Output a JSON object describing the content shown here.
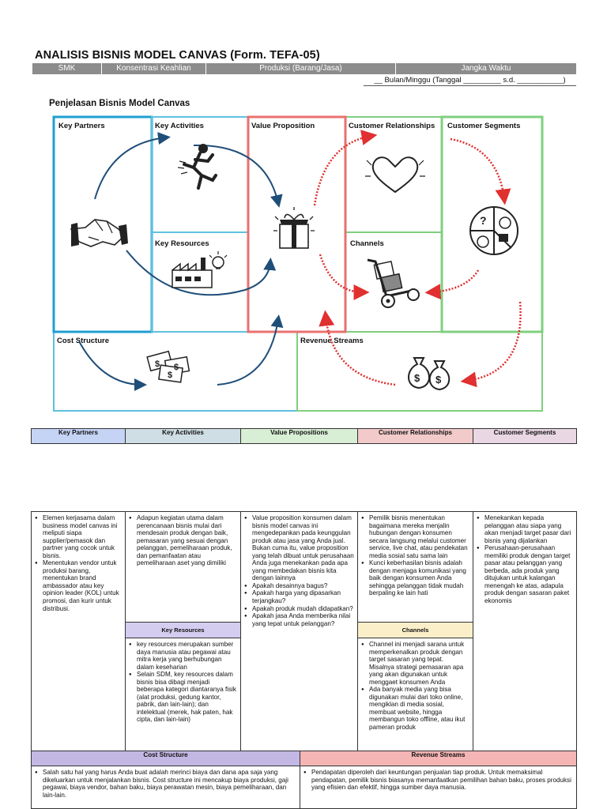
{
  "header": {
    "title": "ANALISIS BISNIS MODEL CANVAS (Form. TEFA-05)",
    "columns": [
      "SMK",
      "Konsentrasi Keahlian",
      "Produksi (Barang/Jasa)",
      "Jangka Waktu"
    ],
    "time_line": "__ Bulan/Minggu (Tanggal _________ s.d. ___________)"
  },
  "canvas": {
    "title": "Penjelasan Bisnis Model Canvas",
    "boxes": {
      "key_partners": "Key Partners",
      "key_activities": "Key Activities",
      "key_resources": "Key Resources",
      "value_proposition": "Value Proposition",
      "customer_relationships": "Customer Relationships",
      "channels": "Channels",
      "customer_segments": "Customer Segments",
      "cost_structure": "Cost Structure",
      "revenue_streams": "Revenue Streams"
    },
    "colors": {
      "blue": "#23a6d5",
      "red": "#e8716f",
      "green": "#7fcf7f",
      "arrow_blue": "#1f4e79",
      "arrow_red": "#e03030"
    },
    "icons": [
      "handshake-icon",
      "running-person-icon",
      "factory-bulb-icon",
      "gift-box-icon",
      "heart-icon",
      "hand-truck-icon",
      "segment-pie-icon",
      "money-bills-icon",
      "money-bags-icon"
    ]
  },
  "table": {
    "headers": {
      "key_partners": "Key Partners",
      "key_activities": "Key Activities",
      "value_propositions": "Value Propositions",
      "customer_relationships": "Customer Relationships",
      "customer_segments": "Customer Segments",
      "key_resources": "Key Resources",
      "channels": "Channels",
      "cost_structure": "Cost Structure",
      "revenue_streams": "Revenue Streams"
    },
    "key_partners": [
      "Elemen kerjasama dalam business model canvas ini meliputi siapa supplier/pemasok dan partner yang cocok untuk bisnis.",
      "Menentukan vendor untuk produksi barang, menentukan brand ambassador atau key opinion leader (KOL) untuk promosi, dan kurir untuk distribusi."
    ],
    "key_activities": [
      "Adapun kegiatan utama dalam perencanaan bisnis mulai dari mendesain produk dengan baik, pemasaran yang sesuai dengan pelanggan, pemeliharaan produk, dan pemanfaatan atau pemeliharaan aset yang dimiliki"
    ],
    "value_propositions": [
      "Value proposition konsumen dalam bisnis model canvas ini mengedepankan pada keunggulan produk atau jasa yang Anda jual. Bukan cuma itu, value proposition yang telah dibuat untuk perusahaan Anda juga menekankan pada apa yang membedakan bisnis kita dengan lainnya",
      "Apakah desainnya bagus?",
      "Apakah harga yang dipasarkan terjangkau?",
      "Apakah produk mudah didapatkan?",
      "Apakah jasa Anda memberika nilai yang tepat untuk pelanggan?"
    ],
    "customer_relationships": [
      "Pemilik bisnis menentukan bagaimana mereka menjalin hubungan dengan konsumen secara langsung melalui customer service, live chat, atau pendekatan media sosial satu sama lain",
      "Kunci keberhasilan bisnis adalah dengan menjaga komunikasi yang baik dengan konsumen Anda sehingga pelanggan tidak mudah berpaling ke lain hati"
    ],
    "customer_segments": [
      "Menekankan kepada pelanggan atau siapa yang akan menjadi target pasar dari bisnis yang dijalankan",
      "Perusahaan-perusahaan memiliki produk dengan target pasar atau pelanggan yang berbeda, ada produk yang ditujukan untuk kalangan menengah ke atas, adapula produk dengan sasaran paket ekonomis"
    ],
    "key_resources": [
      "key resources merupakan sumber daya manusia atau pegawai atau mitra kerja yang berhubungan dalam keseharian",
      "Selain SDM, key resources dalam bisnis bisa dibagi menjadi beberapa kategori diantaranya fisik (alat produksi, gedung kantor, pabrik, dan lain-lain); dan intelektual (merek, hak paten, hak cipta, dan lain-lain)"
    ],
    "channels": [
      "Channel ini menjadi sarana untuk memperkenalkan produk dengan target sasaran yang tepat. Misalnya strategi pemasaran apa yang akan digunakan untuk menggaet konsumen Anda",
      "Ada banyak media yang bisa digunakan mulai dari toko online, mengiklan di media sosial, membuat website, hingga membangun toko offline, atau ikut pameran produk"
    ],
    "cost_structure": [
      "Salah satu hal yang harus Anda buat adalah merinci biaya dan dana apa saja yang dikeluarkan untuk menjalankan bisnis. Cost structure ini mencakup biaya produksi, gaji pegawai, biaya vendor, bahan baku, biaya perawatan mesin, biaya pemeliharaan, dan lain-lain."
    ],
    "revenue_streams": [
      "Pendapatan diperoleh dari keuntungan penjualan tiap produk. Untuk memaksimal pendapatan, pemilik bisnis biasanya memanfaatkan pemilihan bahan baku, proses produksi yang efisien dan efektif, hingga sumber daya manusia."
    ]
  }
}
